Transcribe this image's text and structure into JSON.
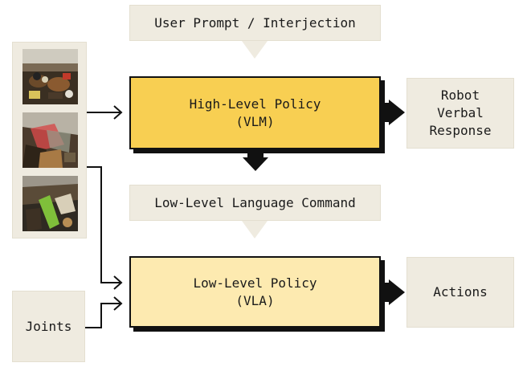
{
  "nodes": {
    "user_prompt": "User Prompt / Interjection",
    "high_level_policy": {
      "line1": "High-Level Policy",
      "line2": "(VLM)"
    },
    "robot_verbal_response": {
      "line1": "Robot",
      "line2": "Verbal",
      "line3": "Response"
    },
    "low_level_command": "Low-Level Language Command",
    "low_level_policy": {
      "line1": "Low-Level Policy",
      "line2": "(VLA)"
    },
    "actions": "Actions",
    "joints": "Joints"
  },
  "colors": {
    "beige": "#efebe0",
    "high_level_fill": "#f8cf52",
    "low_level_fill": "#fdeab0",
    "ink": "#111111"
  },
  "images": [
    "robot-camera-view-1",
    "robot-camera-view-2",
    "robot-camera-view-3"
  ]
}
